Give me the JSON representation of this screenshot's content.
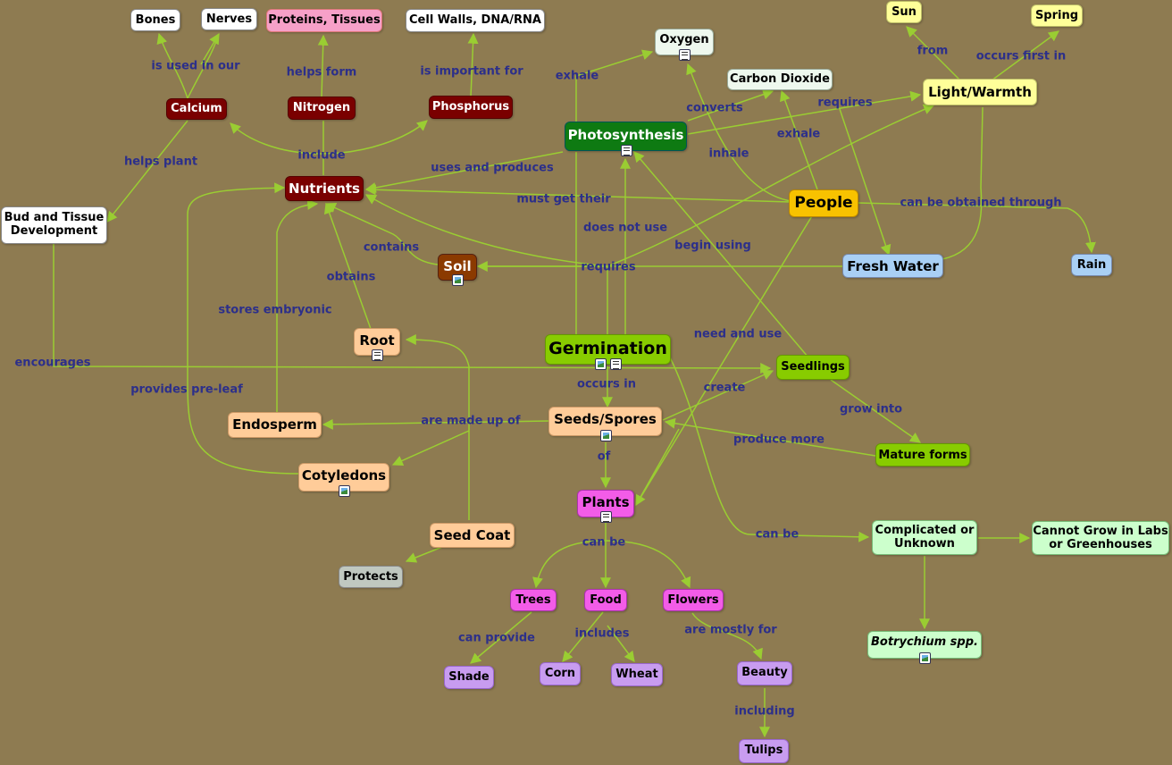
{
  "diagram": {
    "nodes": {
      "bones": "Bones",
      "nerves": "Nerves",
      "proteins": "Proteins, Tissues",
      "cellwalls": "Cell Walls, DNA/RNA",
      "oxygen": "Oxygen",
      "sun": "Sun",
      "spring": "Spring",
      "carbon": "Carbon Dioxide",
      "light": "Light/Warmth",
      "calcium": "Calcium",
      "nitrogen": "Nitrogen",
      "phosphorus": "Phosphorus",
      "photosynthesis": "Photosynthesis",
      "bud": "Bud and Tissue Development",
      "nutrients": "Nutrients",
      "people": "People",
      "soil": "Soil",
      "freshwater": "Fresh Water",
      "rain": "Rain",
      "root": "Root",
      "germination": "Germination",
      "seedlings": "Seedlings",
      "endosperm": "Endosperm",
      "seeds": "Seeds/Spores",
      "cotyledons": "Cotyledons",
      "mature": "Mature forms",
      "plants": "Plants",
      "seedcoat": "Seed Coat",
      "complicated": "Complicated or Unknown",
      "cannot": "Cannot Grow in Labs or Greenhouses",
      "protects": "Protects",
      "trees": "Trees",
      "food": "Food",
      "flowers": "Flowers",
      "botrychium": "Botrychium spp.",
      "shade": "Shade",
      "corn": "Corn",
      "wheat": "Wheat",
      "beauty": "Beauty",
      "tulips": "Tulips"
    },
    "links": {
      "is_used_in_our": "is used in our",
      "helps_form": "helps form",
      "is_important_for": "is important for",
      "exhale_top": "exhale",
      "from": "from",
      "occurs_first_in": "occurs first in",
      "converts": "converts",
      "requires_top": "requires",
      "exhale_people": "exhale",
      "include": "include",
      "helps_plant": "helps plant",
      "inhale": "inhale",
      "uses_and_produces": "uses and produces",
      "must_get_their": "must get their",
      "can_be_obtained_through": "can be obtained through",
      "does_not_use": "does not use",
      "contains": "contains",
      "begin_using": "begin using",
      "requires_mid": "requires",
      "obtains": "obtains",
      "stores_embryonic": "stores embryonic",
      "need_and_use": "need and use",
      "encourages": "encourages",
      "provides_pre_leaf": "provides pre-leaf",
      "occurs_in": "occurs in",
      "create": "create",
      "grow_into": "grow into",
      "are_made_up_of": "are made up of",
      "produce_more": "produce more",
      "of": "of",
      "can_be_right": "can be",
      "can_be_plants": "can be",
      "can_provide": "can provide",
      "includes": "includes",
      "are_mostly_for": "are mostly for",
      "including": "including"
    }
  }
}
